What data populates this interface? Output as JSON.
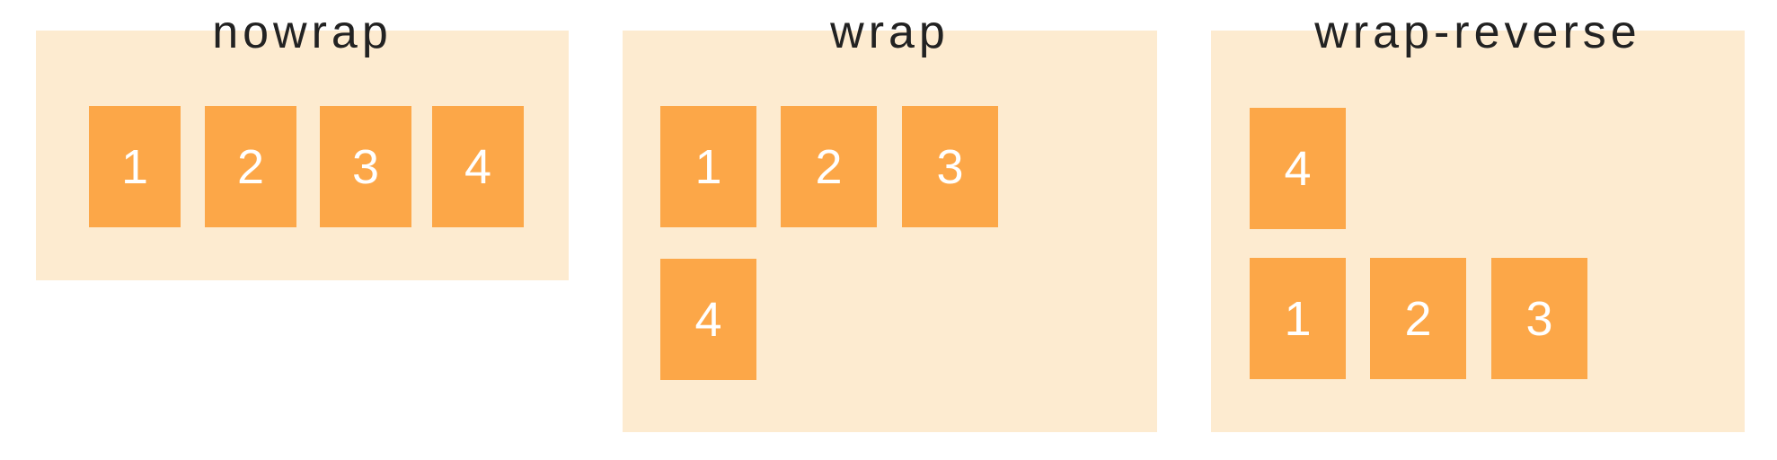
{
  "colors": {
    "container": "#fdebd0",
    "item": "#fca748",
    "item_text": "#ffffff",
    "title": "#222222"
  },
  "panels": [
    {
      "title": "nowrap",
      "items": [
        "1",
        "2",
        "3",
        "4"
      ]
    },
    {
      "title": "wrap",
      "rows": [
        [
          "1",
          "2",
          "3"
        ],
        [
          "4"
        ]
      ]
    },
    {
      "title": "wrap-reverse",
      "rows": [
        [
          "4"
        ],
        [
          "1",
          "2",
          "3"
        ]
      ]
    }
  ]
}
